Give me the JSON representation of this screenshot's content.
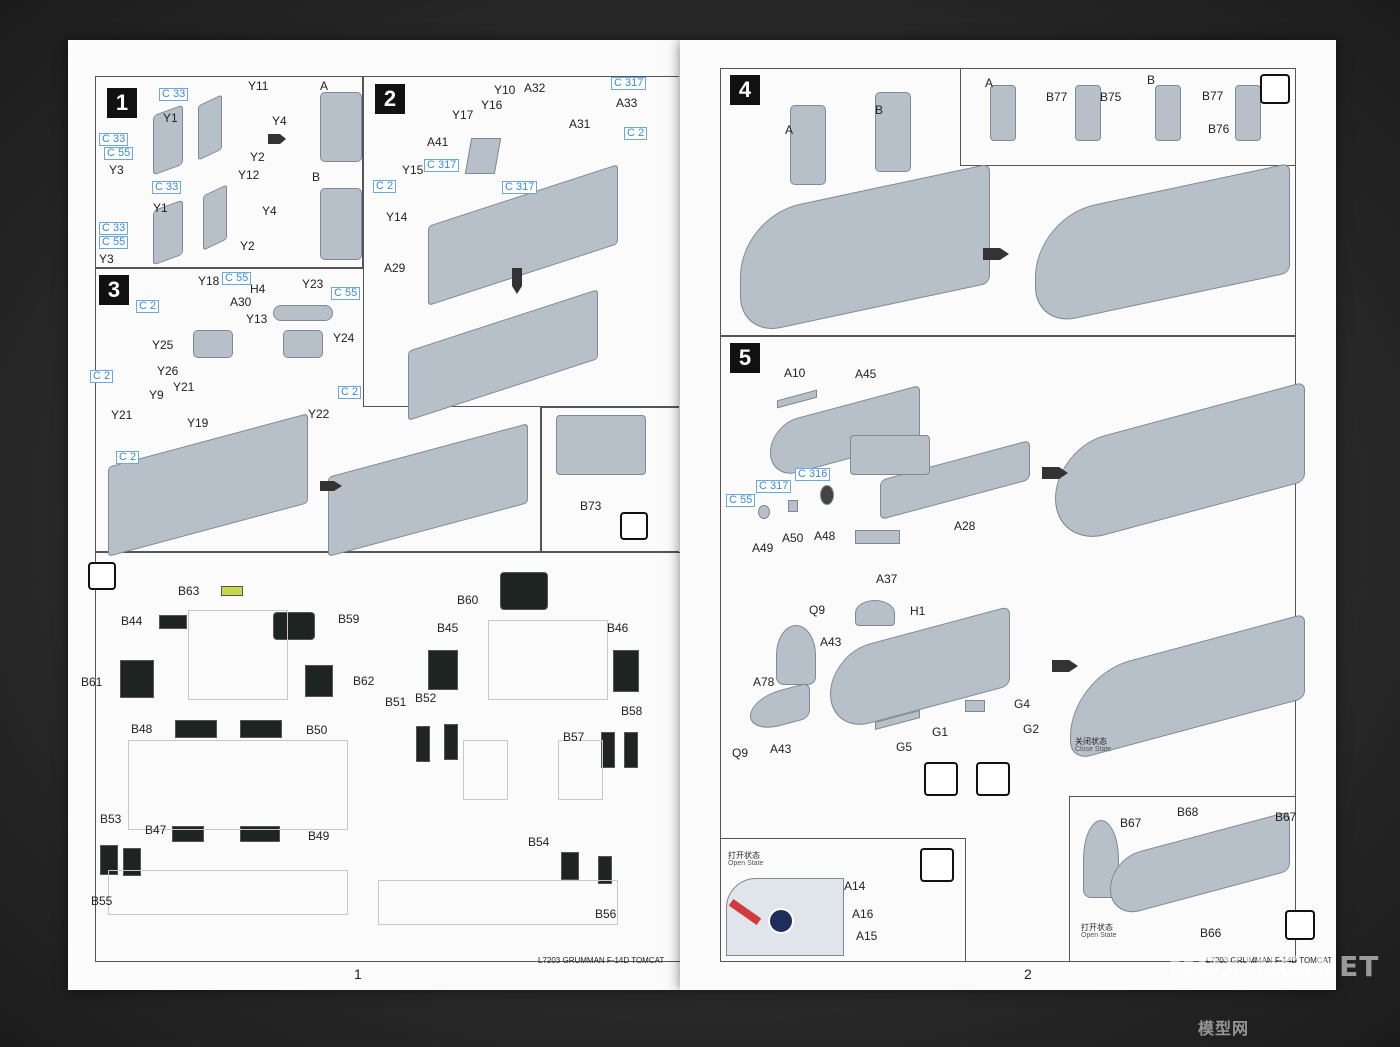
{
  "left_page": {
    "page_number": "1",
    "footer": "L7203 GRUMMAN F-14D TOMCAT",
    "step1": {
      "number": "1",
      "labels": {
        "y11": "Y11",
        "y1a": "Y1",
        "y4a": "Y4",
        "y2a": "Y2",
        "y3a": "Y3",
        "y12": "Y12",
        "y1b": "Y1",
        "y4b": "Y4",
        "y2b": "Y2",
        "y3b": "Y3",
        "a": "A",
        "b": "B"
      },
      "color_codes": {
        "c1": "C 33",
        "c2": "C 33",
        "c3": "C 55",
        "c4": "C 33",
        "c5": "C 33",
        "c6": "C 55"
      }
    },
    "step2": {
      "number": "2",
      "labels": {
        "y10": "Y10",
        "a32": "A32",
        "y16": "Y16",
        "a33": "A33",
        "y17": "Y17",
        "a31": "A31",
        "a41": "A41",
        "y15": "Y15",
        "y14": "Y14",
        "a29": "A29"
      },
      "color_codes": {
        "c1": "C 317",
        "c2": "C 2",
        "c3": "C 317",
        "c4": "C 2",
        "c5": "C 317"
      }
    },
    "step3": {
      "number": "3",
      "labels": {
        "y18": "Y18",
        "h4": "H4",
        "y23": "Y23",
        "a30": "A30",
        "y13": "Y13",
        "y24": "Y24",
        "y25": "Y25",
        "y26": "Y26",
        "y21a": "Y21",
        "y9": "Y9",
        "y21b": "Y21",
        "y19": "Y19",
        "y22": "Y22",
        "b73": "B73"
      },
      "color_codes": {
        "c1": "C 55",
        "c2": "C 55",
        "c3": "C 2",
        "c4": "C 2",
        "c5": "C 2",
        "c6": "C 2"
      }
    },
    "decals": {
      "labels": {
        "b63": "B63",
        "b44": "B44",
        "b59": "B59",
        "b61": "B61",
        "b62": "B62",
        "b48": "B48",
        "b50": "B50",
        "b53": "B53",
        "b47": "B47",
        "b49": "B49",
        "b55": "B55",
        "b60": "B60",
        "b45": "B45",
        "b46": "B46",
        "b51": "B51",
        "b52": "B52",
        "b58": "B58",
        "b57": "B57",
        "b54": "B54",
        "b56": "B56"
      }
    }
  },
  "right_page": {
    "page_number": "2",
    "footer": "L7203 GRUMMAN F-14D TOMCAT",
    "step4": {
      "number": "4",
      "labels": {
        "a": "A",
        "b": "B",
        "ia": "A",
        "ib": "B",
        "b77a": "B77",
        "b75": "B75",
        "b77b": "B77",
        "b76": "B76"
      }
    },
    "step5": {
      "number": "5",
      "labels": {
        "a10": "A10",
        "a45": "A45",
        "a28": "A28",
        "a49": "A49",
        "a50": "A50",
        "a48": "A48",
        "a37": "A37",
        "q9a": "Q9",
        "h1": "H1",
        "a43a": "A43",
        "a78": "A78",
        "g4": "G4",
        "g1": "G1",
        "g2": "G2",
        "g5": "G5",
        "q9b": "Q9",
        "a43b": "A43"
      },
      "color_codes": {
        "c1": "C 316",
        "c2": "C 317",
        "c3": "C 55"
      },
      "close_state": "关闭状态",
      "close_state_en": "Close State"
    },
    "open_state_left": {
      "title": "打开状态",
      "title_en": "Open State",
      "labels": {
        "a14": "A14",
        "a16": "A16",
        "a15": "A15"
      }
    },
    "open_state_right": {
      "title": "打开状态",
      "title_en": "Open State",
      "labels": {
        "b68": "B68",
        "b67a": "B67",
        "b67b": "B67",
        "b66": "B66"
      }
    }
  },
  "watermark": {
    "line1": "MOXING.NET",
    "line2": "模型网"
  }
}
